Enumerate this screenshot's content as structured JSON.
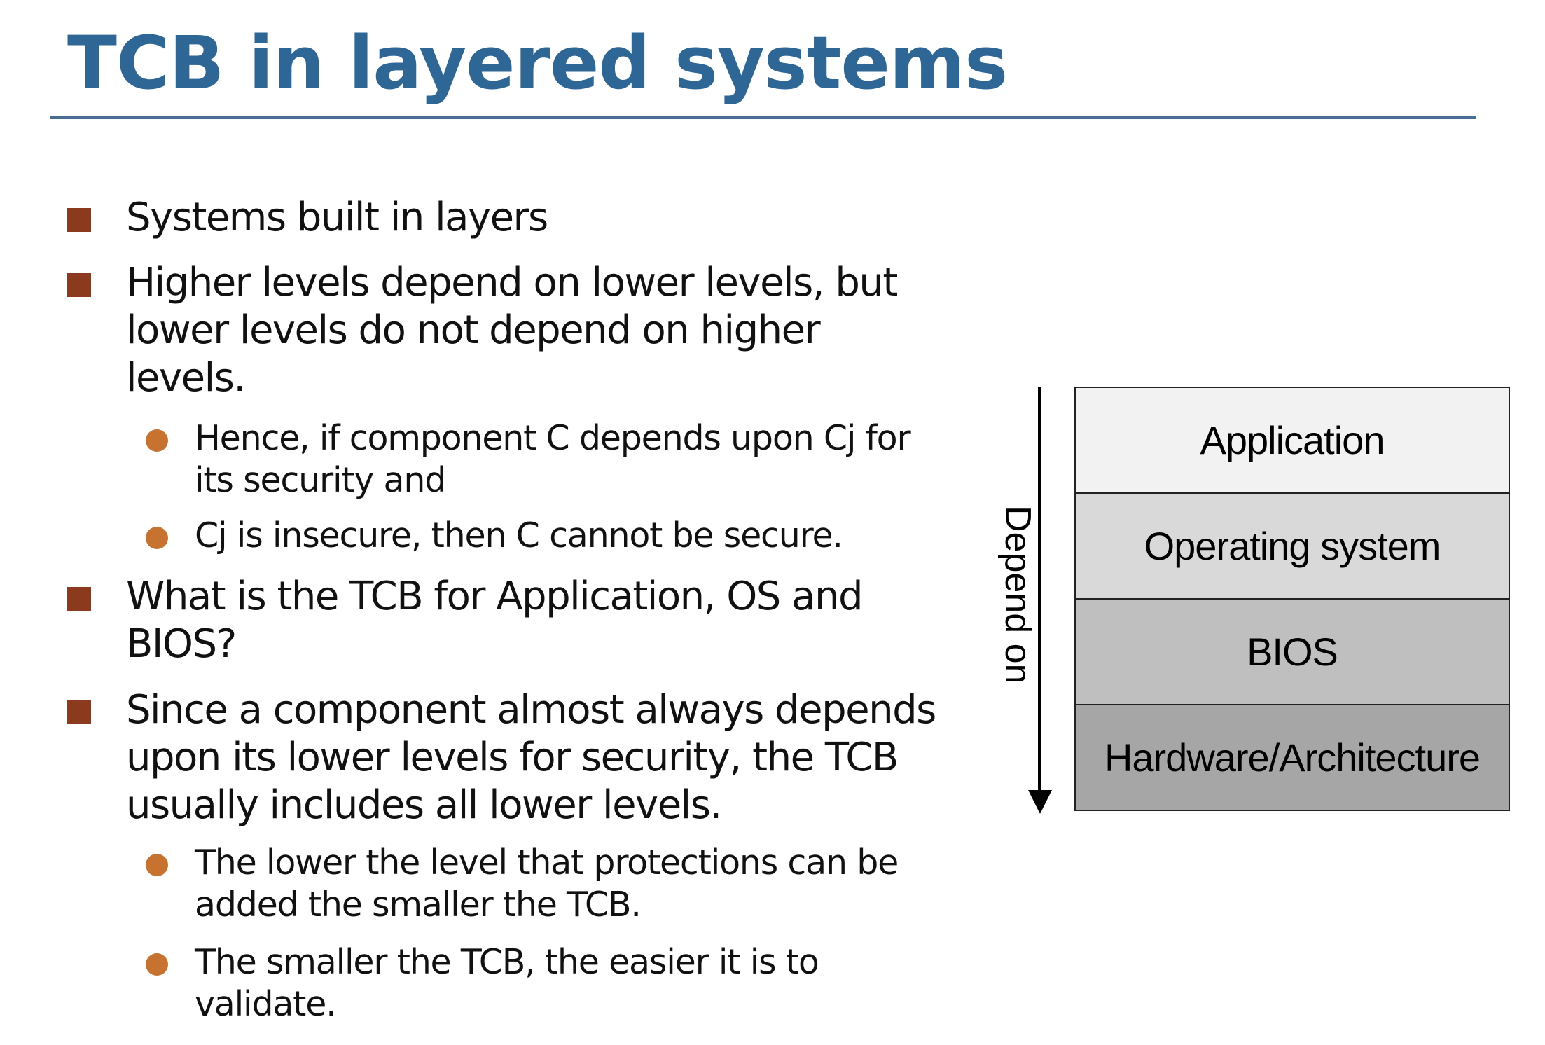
{
  "title": "TCB in layered systems",
  "bullets": [
    {
      "level": 1,
      "lines": [
        "Systems built in layers"
      ]
    },
    {
      "level": 1,
      "lines": [
        "Higher levels depend on lower levels, but",
        "lower levels do not depend on higher",
        "levels."
      ]
    },
    {
      "level": 2,
      "lines": [
        "Hence, if component C depends upon Cj for",
        "its security and"
      ]
    },
    {
      "level": 2,
      "lines": [
        "Cj is insecure, then C cannot be secure."
      ]
    },
    {
      "level": 1,
      "lines": [
        "What is the TCB for Application, OS and",
        "BIOS?"
      ]
    },
    {
      "level": 1,
      "lines": [
        "Since a component almost always depends",
        "upon its lower levels for security, the TCB",
        "usually includes all lower levels."
      ]
    },
    {
      "level": 2,
      "lines": [
        "The lower the level that protections can be",
        "added the smaller the TCB."
      ]
    },
    {
      "level": 2,
      "lines": [
        "The smaller the TCB, the easier it is to",
        "validate."
      ]
    }
  ],
  "diagram": {
    "arrow_label": "Depend on",
    "layers": [
      {
        "label": "Application",
        "color": "#f2f2f2"
      },
      {
        "label": "Operating system",
        "color": "#d9d9d9"
      },
      {
        "label": "BIOS",
        "color": "#bfbfbf"
      },
      {
        "label": "Hardware/Architecture",
        "color": "#a6a6a6"
      }
    ]
  },
  "colors": {
    "title": "#2e6696",
    "rule": "#4a6d95",
    "level1_marker": "#8b3a1e",
    "level2_marker": "#c8722f"
  }
}
